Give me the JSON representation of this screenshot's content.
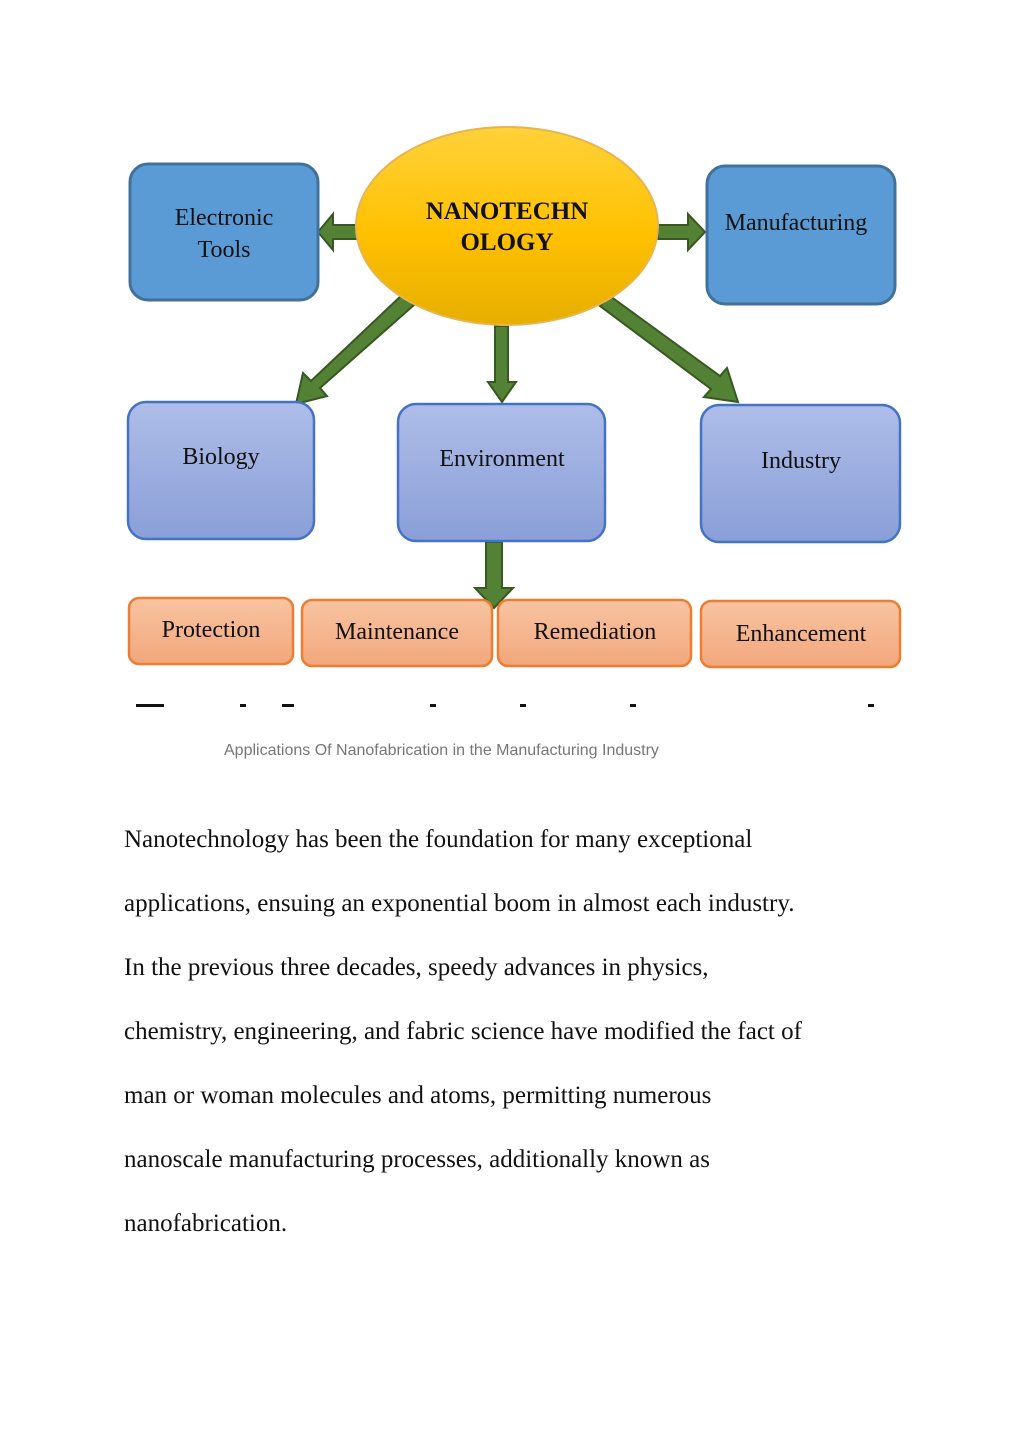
{
  "diagram": {
    "center": {
      "line1": "NANOTECHN",
      "line2": "OLOGY"
    },
    "nodes": {
      "electronic_tools": {
        "line1": "Electronic",
        "line2": "Tools"
      },
      "manufacturing": "Manufacturing",
      "biology": "Biology",
      "environment": "Environment",
      "industry": "Industry",
      "protection": "Protection",
      "maintenance": "Maintenance",
      "remediation": "Remediation",
      "enhancement": "Enhancement"
    },
    "colors": {
      "ellipse": "#FFC000",
      "ellipse_border": "#E2AC3B",
      "top_box": "#5B9BD5",
      "top_box_border": "#41719C",
      "mid_box_top": "#A9B8E6",
      "mid_box_bottom": "#8BA0D9",
      "mid_box_border": "#4472C4",
      "bottom_box": "#F4B183",
      "bottom_box_border": "#ED7D31",
      "arrow": "#548235",
      "arrow_border": "#385723"
    }
  },
  "caption": "Applications Of Nanofabrication in the Manufacturing Industry",
  "body_lines": [
    "Nanotechnology has been the foundation for many exceptional",
    "applications, ensuing an exponential boom in almost each industry.",
    "In the previous three decades, speedy advances in physics,",
    "chemistry, engineering, and fabric science have modified the fact of",
    "man or woman molecules and atoms, permitting numerous",
    "nanoscale manufacturing processes, additionally known as",
    "nanofabrication."
  ]
}
